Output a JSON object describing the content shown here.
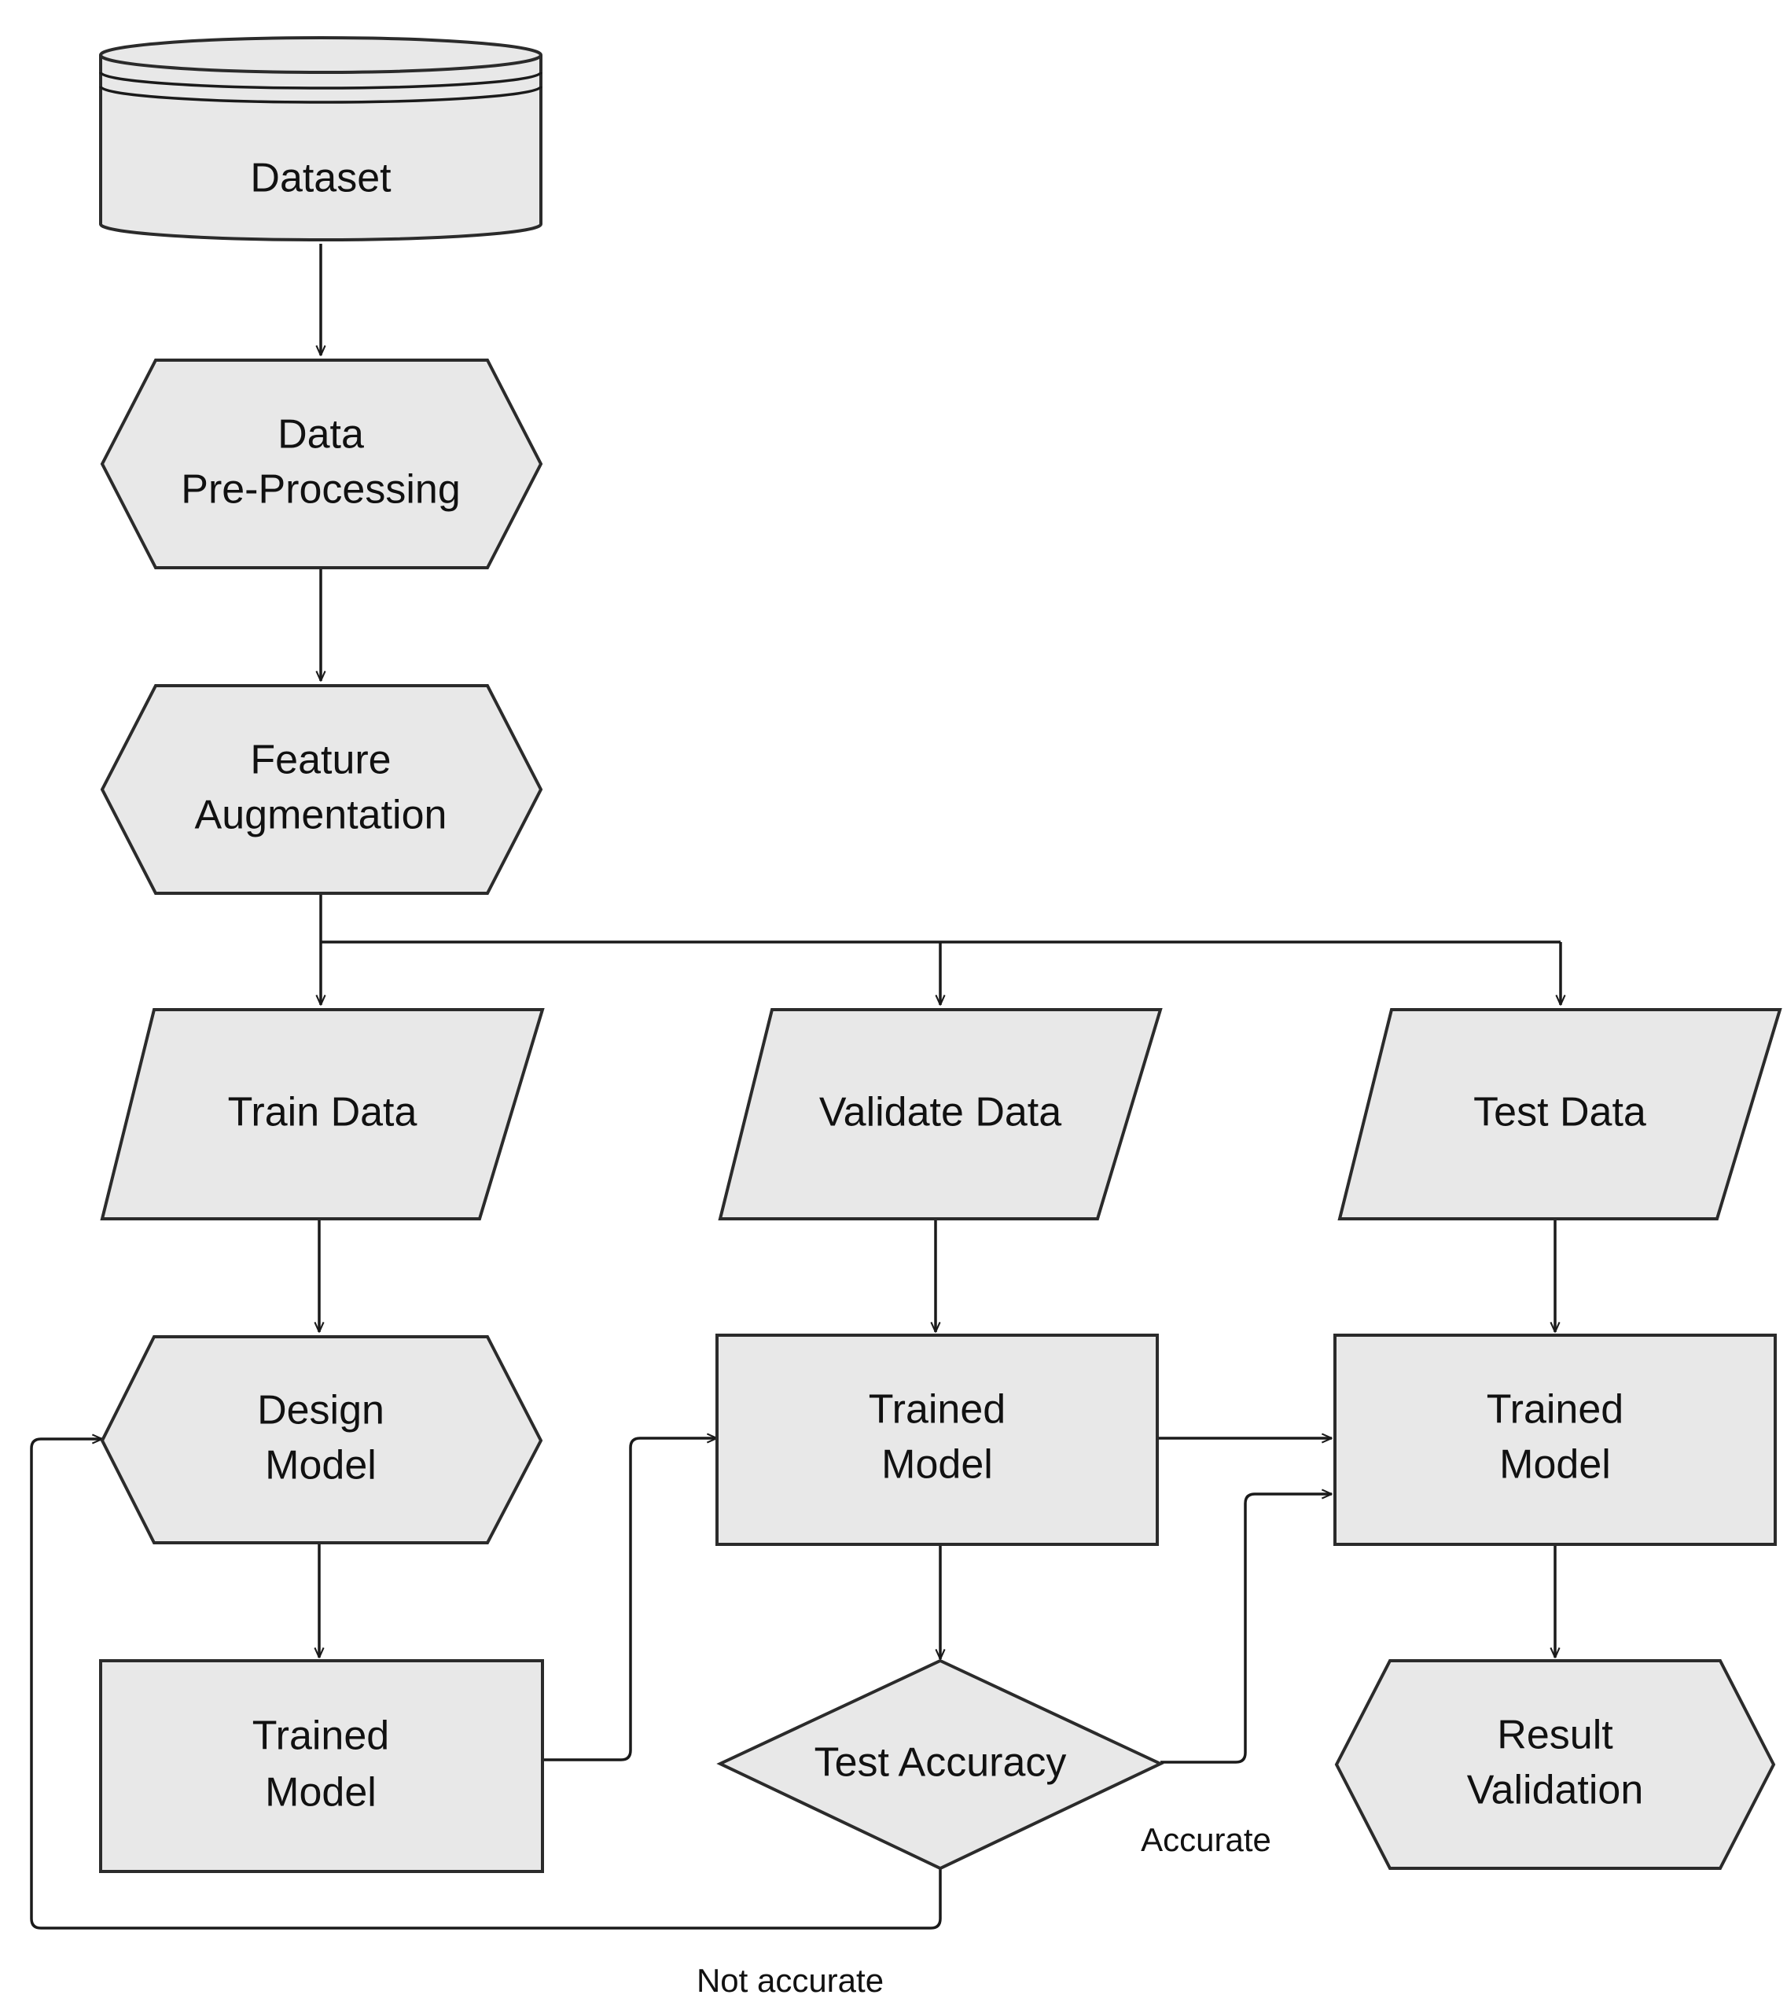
{
  "nodes": {
    "dataset": {
      "lines": [
        "Dataset"
      ]
    },
    "preprocessing": {
      "lines": [
        "Data",
        "Pre-Processing"
      ]
    },
    "feature_augmentation": {
      "lines": [
        "Feature",
        "Augmentation"
      ]
    },
    "train_data": {
      "lines": [
        "Train Data"
      ]
    },
    "validate_data": {
      "lines": [
        "Validate Data"
      ]
    },
    "test_data": {
      "lines": [
        "Test Data"
      ]
    },
    "design_model": {
      "lines": [
        "Design",
        "Model"
      ]
    },
    "trained_model_left": {
      "lines": [
        "Trained",
        "Model"
      ]
    },
    "trained_model_mid": {
      "lines": [
        "Trained",
        "Model"
      ]
    },
    "trained_model_right": {
      "lines": [
        "Trained",
        "Model"
      ]
    },
    "test_accuracy": {
      "lines": [
        "Test Accuracy"
      ]
    },
    "result_validation": {
      "lines": [
        "Result",
        "Validation"
      ]
    }
  },
  "edge_labels": {
    "accurate": "Accurate",
    "not_accurate": "Not accurate"
  }
}
